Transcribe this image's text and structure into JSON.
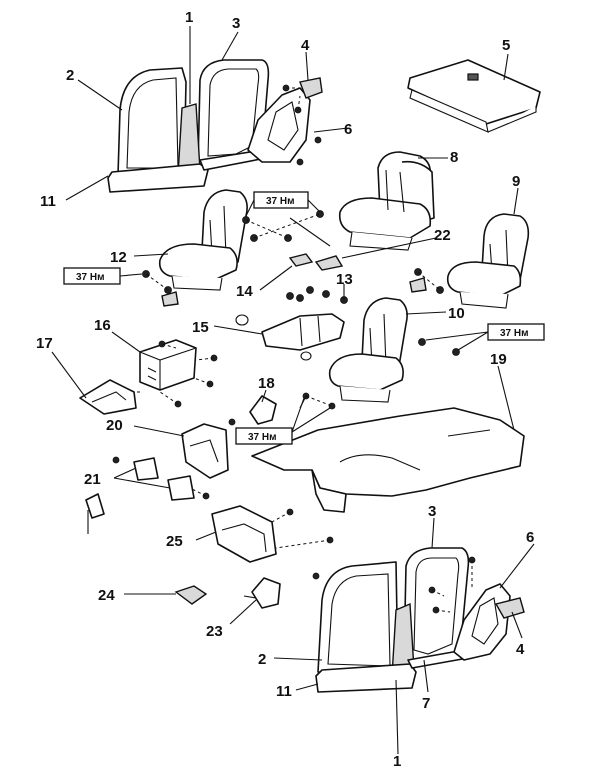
{
  "callouts": {
    "c1_top": "1",
    "c3_top": "3",
    "c4_top": "4",
    "c5": "5",
    "c2_top": "2",
    "c6_top": "6",
    "c11_top": "11",
    "c8": "8",
    "c9": "9",
    "c12": "12",
    "c22": "22",
    "c14": "14",
    "c13": "13",
    "c16": "16",
    "c15": "15",
    "c10": "10",
    "c17": "17",
    "c19": "19",
    "c18": "18",
    "c20": "20",
    "c21": "21",
    "c25": "25",
    "c3_bot": "3",
    "c6_bot": "6",
    "c24": "24",
    "c23": "23",
    "c2_bot": "2",
    "c4_bot": "4",
    "c11_bot": "11",
    "c7": "7",
    "c1_bot": "1"
  },
  "torque_labels": {
    "t_rear_seat": "37 Нм",
    "t_left_seat": "37 Нм",
    "t_right_seat": "37 Нм",
    "t_center": "37 Нм"
  }
}
